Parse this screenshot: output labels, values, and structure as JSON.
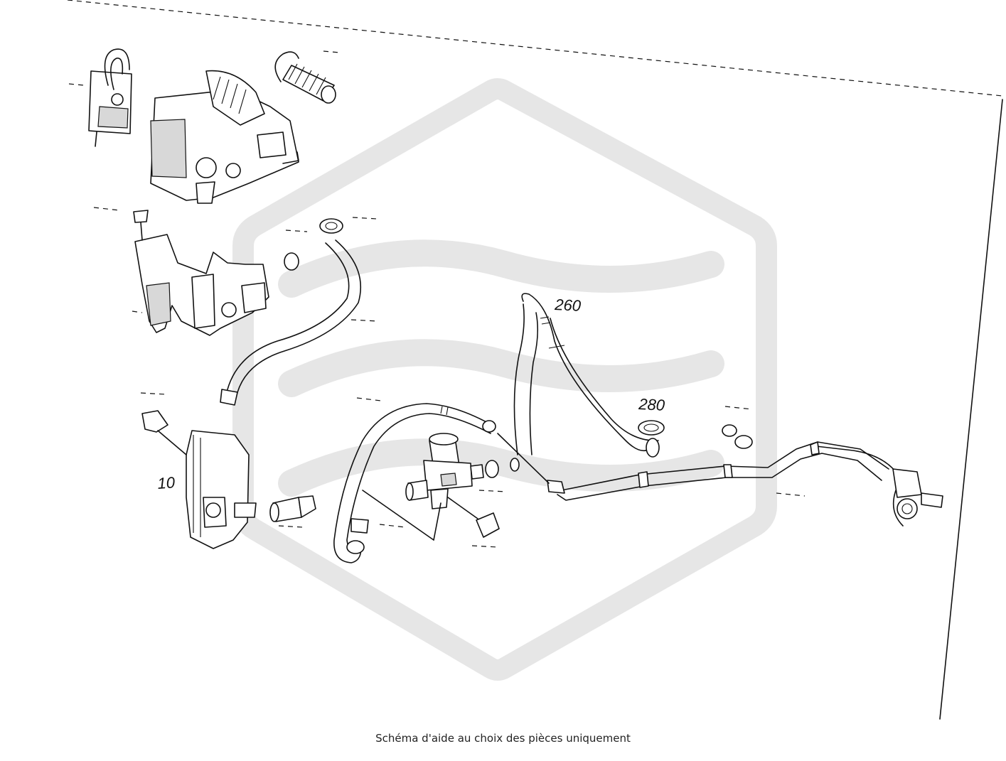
{
  "labels": {
    "p10": "10",
    "p260": "260",
    "p280": "280"
  },
  "caption": "Schéma d'aide au choix des pièces uniquement"
}
